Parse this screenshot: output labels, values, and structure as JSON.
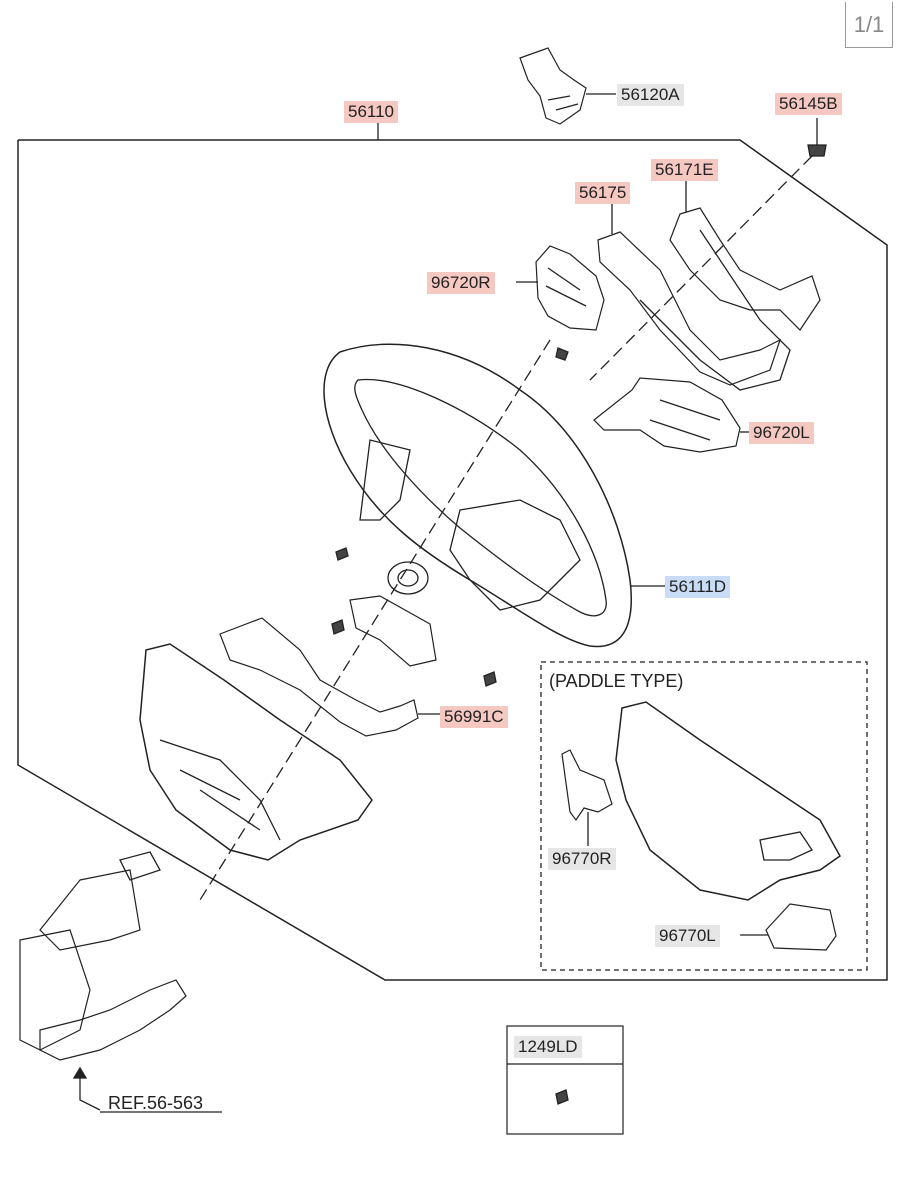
{
  "page_indicator": "1/1",
  "labels": {
    "p56110": "56110",
    "p56120A": "56120A",
    "p56145B": "56145B",
    "p56171E": "56171E",
    "p56175": "56175",
    "p96720R": "96720R",
    "p96720L": "96720L",
    "p56111D": "56111D",
    "p56991C": "56991C",
    "p96770R": "96770R",
    "p96770L": "96770L",
    "p1249LD": "1249LD",
    "ref": "REF.56-563"
  },
  "paddle_box_title": "(PADDLE TYPE)",
  "colors": {
    "part_number_red": "#f6c8c2",
    "part_number_blue": "#c8dcf6",
    "part_number_grey": "#e6e6e6",
    "line": "#222222"
  }
}
